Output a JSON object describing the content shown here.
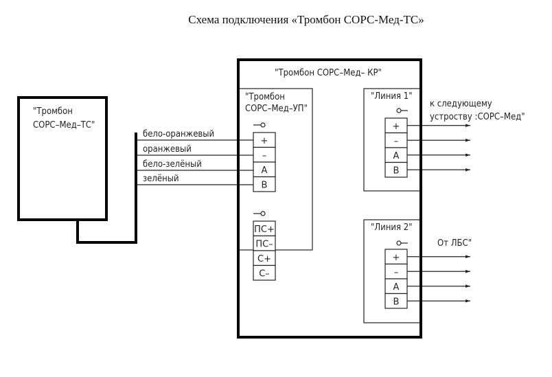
{
  "title": "Схема подключения «Тромбон СОРС-Мед-ТС»",
  "device_ts": {
    "label_line1": "\"Тромбон",
    "label_line2": "СОРС–Мед–ТС\""
  },
  "wires": [
    {
      "label": "бело-оранжевый",
      "terminal": "+"
    },
    {
      "label": "оранжевый",
      "terminal": "–"
    },
    {
      "label": "бело-зелёный",
      "terminal": "A"
    },
    {
      "label": "зелёный",
      "terminal": "B"
    }
  ],
  "device_kr": {
    "label": "\"Тромбон СОРС–Мед– КР\""
  },
  "module_up": {
    "label_line1": "\"Тромбон",
    "label_line2": "СОРС–Мед–УП\"",
    "terminals_top": [
      "+",
      "–",
      "A",
      "B"
    ],
    "terminals_bottom": [
      "ПС+",
      "ПС–",
      "С+",
      "С–"
    ]
  },
  "line1": {
    "label": "\"Линия 1\"",
    "terminals": [
      "+",
      "–",
      "A",
      "B"
    ],
    "note_line1": "к следующему",
    "note_line2": "устроству :СОРС–Мед\""
  },
  "line2": {
    "label": "\"Линия 2\"",
    "terminals": [
      "+",
      "–",
      "A",
      "B"
    ],
    "note": "От ЛБС\""
  }
}
